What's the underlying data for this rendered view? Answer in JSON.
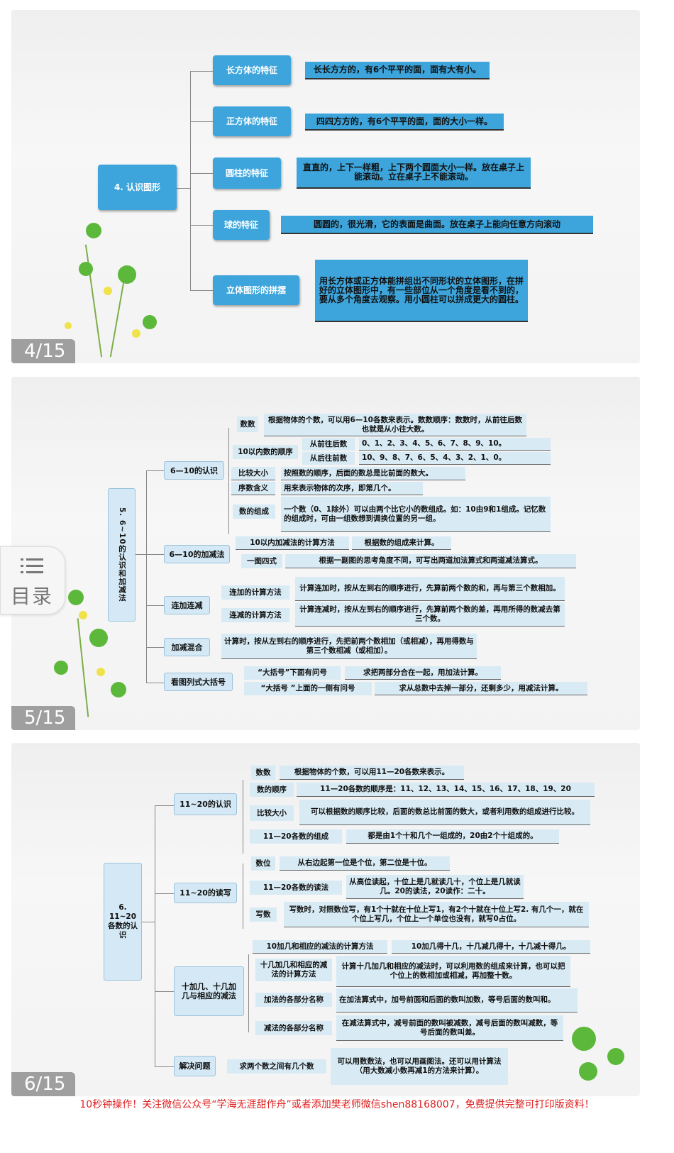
{
  "slides": [
    {
      "page": "4/15",
      "root": "4. 认识图形",
      "branches": [
        {
          "label": "长方体的特征",
          "text": "长长方方的，有6个平平的面，面有大有小。"
        },
        {
          "label": "正方体的特征",
          "text": "四四方方的，有6个平平的面，面的大小一样。"
        },
        {
          "label": "圆柱的特征",
          "text": "直直的，上下一样粗，上下两个圆面大小一样。放在桌子上能滚动。立在桌子上不能滚动。"
        },
        {
          "label": "球的特征",
          "text": "圆圆的，很光滑，它的表面是曲面。放在桌子上能向任意方向滚动"
        },
        {
          "label": "立体图形的拼摆",
          "text": "用长方体或正方体能拼组出不同形状的立体图形，在拼好的立体图形中，有一些部位从一个角度是看不到的，要从多个角度去观察。用小圆柱可以拼成更大的圆柱。"
        }
      ]
    },
    {
      "page": "5/15",
      "root": "5. 6~10的认识和加减法",
      "l1": [
        "6—10的认识",
        "6—10的加减法",
        "连加连减",
        "加减混合",
        "看图列式大括号"
      ],
      "items": {
        "shushu": "数数",
        "shushu_t": "根据物体的个数，可以用6—10各数来表示。数数顺序：数数时，从前往后数也就是从小往大数。",
        "order": "10以内数的顺序",
        "fwd": "从前往后数",
        "fwd_t": "0、1、2、3、4、5、6、7、8、9、10。",
        "back": "从后往前数",
        "back_t": "10、9、8、7、6、5、4、3、2、1、0。",
        "cmp": "比较大小",
        "cmp_t": "按照数的顺序，后面的数总是比前面的数大。",
        "ord": "序数含义",
        "ord_t": "用来表示物体的次序，即第几个。",
        "comp": "数的组成",
        "comp_t": "一个数（0、1除外）可以由两个比它小的数组成。如：10由9和1组成。记忆数的组成时，可由一组数想到调换位置的另一组。",
        "calc": "10以内加减法的计算方法",
        "calc_t": "根据数的组成来计算。",
        "yt": "一图四式",
        "yt_t": "根据一副图的思考角度不同，可写出两道加法算式和两道减法算式。",
        "lj": "连加的计算方法",
        "lj_t": "计算连加时，按从左到右的顺序进行，先算前两个数的和，再与第三个数相加。",
        "ljn": "连减的计算方法",
        "ljn_t": "计算连减时，按从左到右的顺序进行，先算前两个数的差，再用所得的数减去第三个数。",
        "mix_t": "计算时，按从左到右的顺序进行，先把前两个数相加（或相减），再用得数与第三个数相减（或相加）。",
        "kh1": "“大括号”下面有问号",
        "kh1_t": "求把两部分合在一起，用加法计算。",
        "kh2": "“大括号 ”上面的一侧有问号",
        "kh2_t": "求从总数中去掉一部分，还剩多少，用减法计算。"
      }
    },
    {
      "page": "6/15",
      "root": "6. 11~20各数的认识",
      "l1": [
        "11~20的认识",
        "11~20的读写",
        "十加几、十几加几与相应的减法",
        "解决问题"
      ],
      "items": {
        "ss": "数数",
        "ss_t": "根据物体的个数，可以用11—20各数来表示。",
        "sx": "数的顺序",
        "sx_t": "11—20各数的顺序是：11、12、13、14、15、16、17、18、19、20",
        "bj": "比较大小",
        "bj_t": "可以根据数的顺序比较，后面的数总比前面的数大，或者利用数的组成进行比较。",
        "zc": "11—20各数的组成",
        "zc_t": "都是由1个十和几个一组成的，20由2个十组成的。",
        "sw": "数位",
        "sw_t": "从右边起第一位是个位，第二位是十位。",
        "df": "11—20各数的读法",
        "df_t": "从高位读起，十位上是几就读几十，个位上是几就读几。20的读法，20读作：二十。",
        "xs": "写数",
        "xs_t": "写数时，对照数位写，有1个十就在十位上写1，有2个十就在十位上写2. 有几个一，就在个位上写几，个位上一个单位也没有，就写0占位。",
        "a1": "10加几和相应的减法的计算方法",
        "a1_t": "10加几得十几，十几减几得十，十几减十得几。",
        "a2": "十几加几和相应的减法的计算方法",
        "a2_t": "计算十几加几和相应的减法时，可以利用数的组成来计算，也可以把个位上的数相加或相减，再加整十数。",
        "a3": "加法的各部分名称",
        "a3_t": "在加法算式中，加号前面和后面的数叫加数，等号后面的数叫和。",
        "a4": "减法的各部分名称",
        "a4_t": "在减法算式中，减号前面的数叫被减数，减号后面的数叫减数，等号后面的数叫差。",
        "jj": "求两个数之间有几个数",
        "jj_t": "可以用数数法，也可以用画图法。还可以用计算法（用大数减小数再减1的方法来计算）。"
      }
    }
  ],
  "menu": {
    "label": "目录",
    "icon": "list-icon"
  },
  "footer": "10秒钟操作！关注微信公众号“学海无涯甜作舟”或者添加樊老师微信shen88168007，免费提供完整可打印版资料！",
  "colors": {
    "node_blue": "#3da5dc",
    "leaf_blue": "#d4e9f5",
    "footer_red": "#e02020"
  }
}
